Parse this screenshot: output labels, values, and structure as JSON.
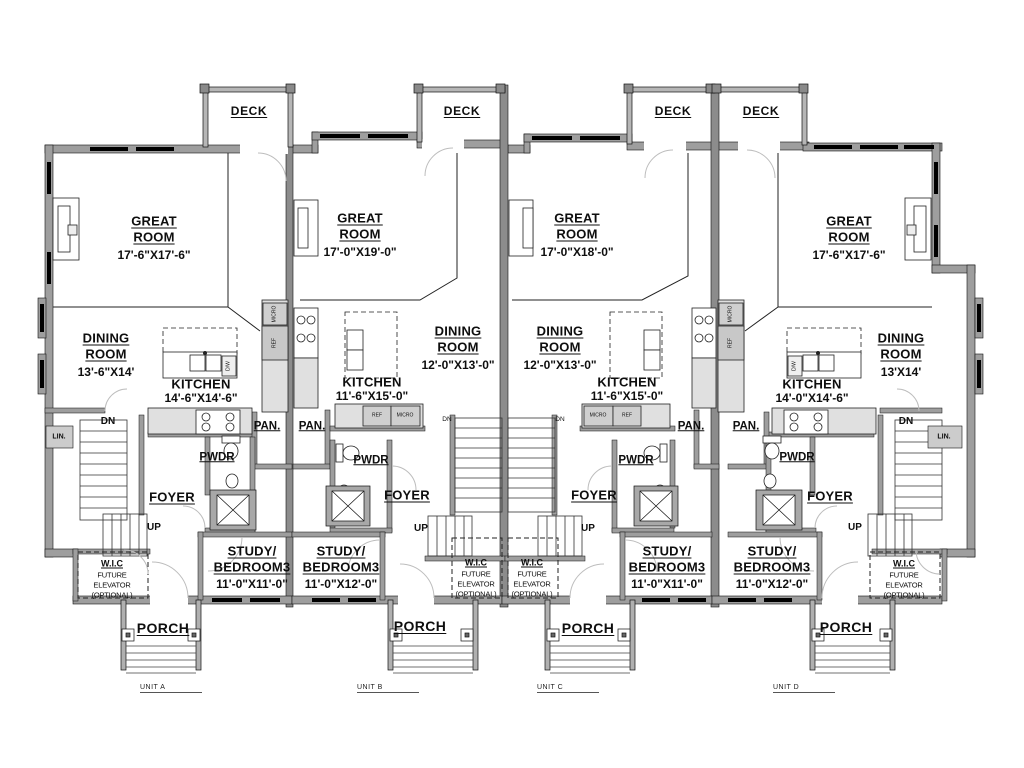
{
  "units": [
    {
      "name": "UNIT A",
      "deck": "DECK",
      "great_room": {
        "line1": "GREAT",
        "line2": "ROOM",
        "dim": "17'-6\"X17'-6\""
      },
      "dining_room": {
        "line1": "DINING",
        "line2": "ROOM",
        "dim": "13'-6\"X14'"
      },
      "kitchen": {
        "name": "KITCHEN",
        "dim": "14'-6\"X14'-6\""
      },
      "pantry": "PAN.",
      "powder": "PWDR",
      "foyer": "FOYER",
      "study": {
        "line1": "STUDY/",
        "line2": "BEDROOM3",
        "dim": "11'-0\"X11'-0\""
      },
      "wic": {
        "line1": "W.I.C",
        "line2": "FUTURE",
        "line3": "ELEVATOR",
        "line4": "(OPTIONAL)"
      },
      "porch": "PORCH",
      "up": "UP",
      "dn": "DN",
      "lin": "LIN.",
      "appl": {
        "micro": "MICRO",
        "ref": "REF",
        "dw": "D/W"
      }
    },
    {
      "name": "UNIT B",
      "deck": "DECK",
      "great_room": {
        "line1": "GREAT",
        "line2": "ROOM",
        "dim": "17'-0\"X19'-0\""
      },
      "dining_room": {
        "line1": "DINING",
        "line2": "ROOM",
        "dim": "12'-0\"X13'-0\""
      },
      "kitchen": {
        "name": "KITCHEN",
        "dim": "11'-6\"X15'-0\""
      },
      "pantry": "PAN.",
      "powder": "PWDR",
      "foyer": "FOYER",
      "study": {
        "line1": "STUDY/",
        "line2": "BEDROOM3",
        "dim": "11'-0\"X12'-0\""
      },
      "wic": {
        "line1": "W.I.C",
        "line2": "FUTURE",
        "line3": "ELEVATOR",
        "line4": "(OPTIONAL)"
      },
      "porch": "PORCH",
      "up": "UP",
      "dn": "DN",
      "appl": {
        "ref": "REF",
        "micro": "MICRO"
      }
    },
    {
      "name": "UNIT C",
      "deck": "DECK",
      "great_room": {
        "line1": "GREAT",
        "line2": "ROOM",
        "dim": "17'-0\"X18'-0\""
      },
      "dining_room": {
        "line1": "DINING",
        "line2": "ROOM",
        "dim": "12'-0\"X13'-0\""
      },
      "kitchen": {
        "name": "KITCHEN",
        "dim": "11'-6\"X15'-0\""
      },
      "pantry": "PAN.",
      "powder": "PWDR",
      "foyer": "FOYER",
      "study": {
        "line1": "STUDY/",
        "line2": "BEDROOM3",
        "dim": "11'-0\"X11'-0\""
      },
      "wic": {
        "line1": "W.I.C",
        "line2": "FUTURE",
        "line3": "ELEVATOR",
        "line4": "(OPTIONAL)"
      },
      "porch": "PORCH",
      "up": "UP",
      "dn": "DN",
      "appl": {
        "micro": "MICRO",
        "ref": "REF"
      }
    },
    {
      "name": "UNIT D",
      "deck": "DECK",
      "great_room": {
        "line1": "GREAT",
        "line2": "ROOM",
        "dim": "17'-6\"X17'-6\""
      },
      "dining_room": {
        "line1": "DINING",
        "line2": "ROOM",
        "dim": "13'X14'"
      },
      "kitchen": {
        "name": "KITCHEN",
        "dim": "14'-0\"X14'-6\""
      },
      "pantry": "PAN.",
      "powder": "PWDR",
      "foyer": "FOYER",
      "study": {
        "line1": "STUDY/",
        "line2": "BEDROOM3",
        "dim": "11'-0\"X12'-0\""
      },
      "wic": {
        "line1": "W.I.C",
        "line2": "FUTURE",
        "line3": "ELEVATOR",
        "line4": "(OPTIONAL)"
      },
      "porch": "PORCH",
      "up": "UP",
      "dn": "DN",
      "lin": "LIN.",
      "appl": {
        "micro": "MICRO",
        "ref": "REF",
        "dw": "D/W"
      }
    }
  ]
}
